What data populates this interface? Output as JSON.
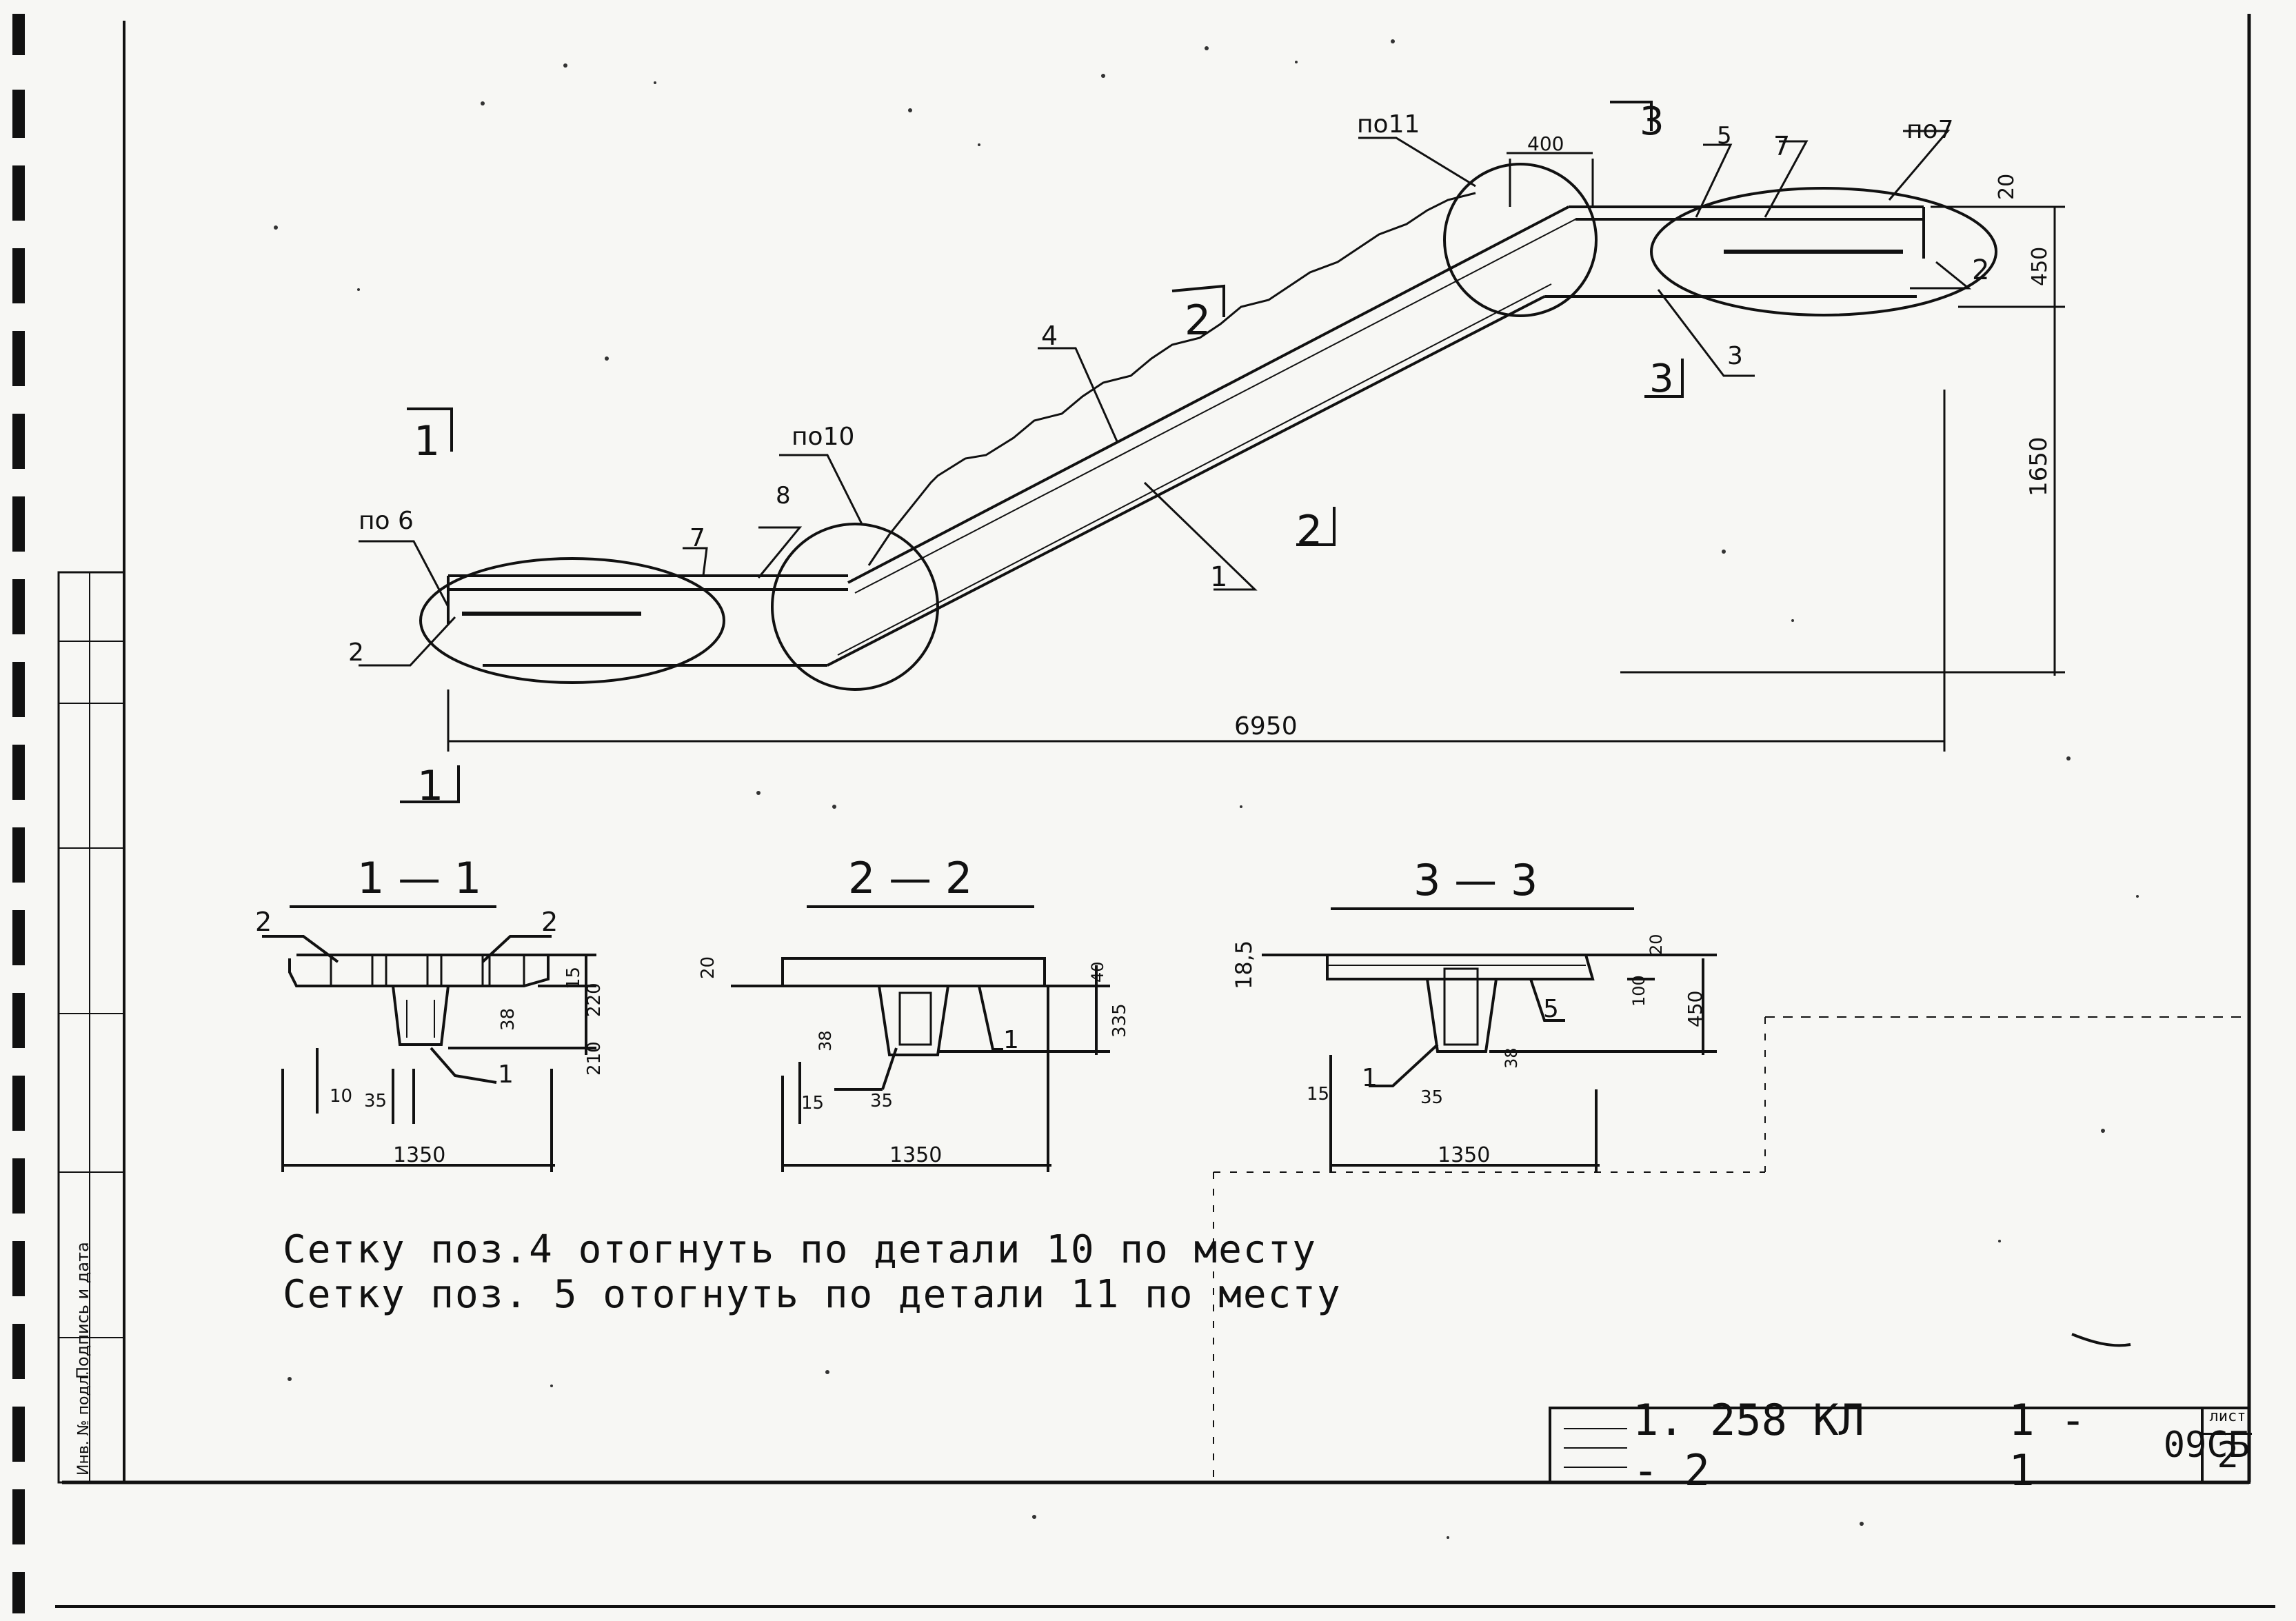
{
  "drawing": {
    "markers": {
      "sec1": "1",
      "sec2": "2",
      "sec3": "3"
    },
    "callouts": {
      "pos6": "по 6",
      "pos7": "по7",
      "pos10": "по10",
      "pos11": "по11",
      "p1": "1",
      "p2a": "2",
      "p2b": "2",
      "p3": "3",
      "p4": "4",
      "p5": "5",
      "p7a": "7",
      "p7b": "7",
      "p8": "8"
    },
    "dims": {
      "total_length": "6950",
      "height": "1650",
      "top_slab": "450",
      "top_cover": "20",
      "notch": "400"
    }
  },
  "sections": {
    "s1": {
      "title": "1 — 1",
      "labels": {
        "left": "2",
        "right": "2",
        "pos": "1"
      },
      "dims": {
        "width": "1350",
        "d15": "15",
        "d220": "220",
        "d38": "38",
        "d210": "210",
        "d10": "10",
        "d35": "35"
      }
    },
    "s2": {
      "title": "2 — 2",
      "labels": {
        "pos": "1"
      },
      "dims": {
        "width": "1350",
        "d20": "20",
        "d40": "40",
        "d335": "335",
        "d38": "38",
        "d15": "15",
        "d35": "35"
      }
    },
    "s3": {
      "title": "3 — 3",
      "labels": {
        "pos1": "1",
        "pos5": "5"
      },
      "dims": {
        "width": "1350",
        "d185": "18,5",
        "d20": "20",
        "d100": "100",
        "d450": "450",
        "d38": "38",
        "d15": "15",
        "d35": "35"
      }
    }
  },
  "notes": [
    "Сетку поз.4 отогнуть по детали 10 по месту",
    "Сетку поз. 5 отогнуть по детали 11 по месту"
  ],
  "title_block": {
    "code": "1. 258 КЛ - 2",
    "part": "1 - 1",
    "kind": "09СБ",
    "sheet_label": "лист",
    "sheet": "2"
  },
  "margin_stamp": {
    "signature_label": "Подпись и дата",
    "inv_label": "Инв. № подл."
  }
}
